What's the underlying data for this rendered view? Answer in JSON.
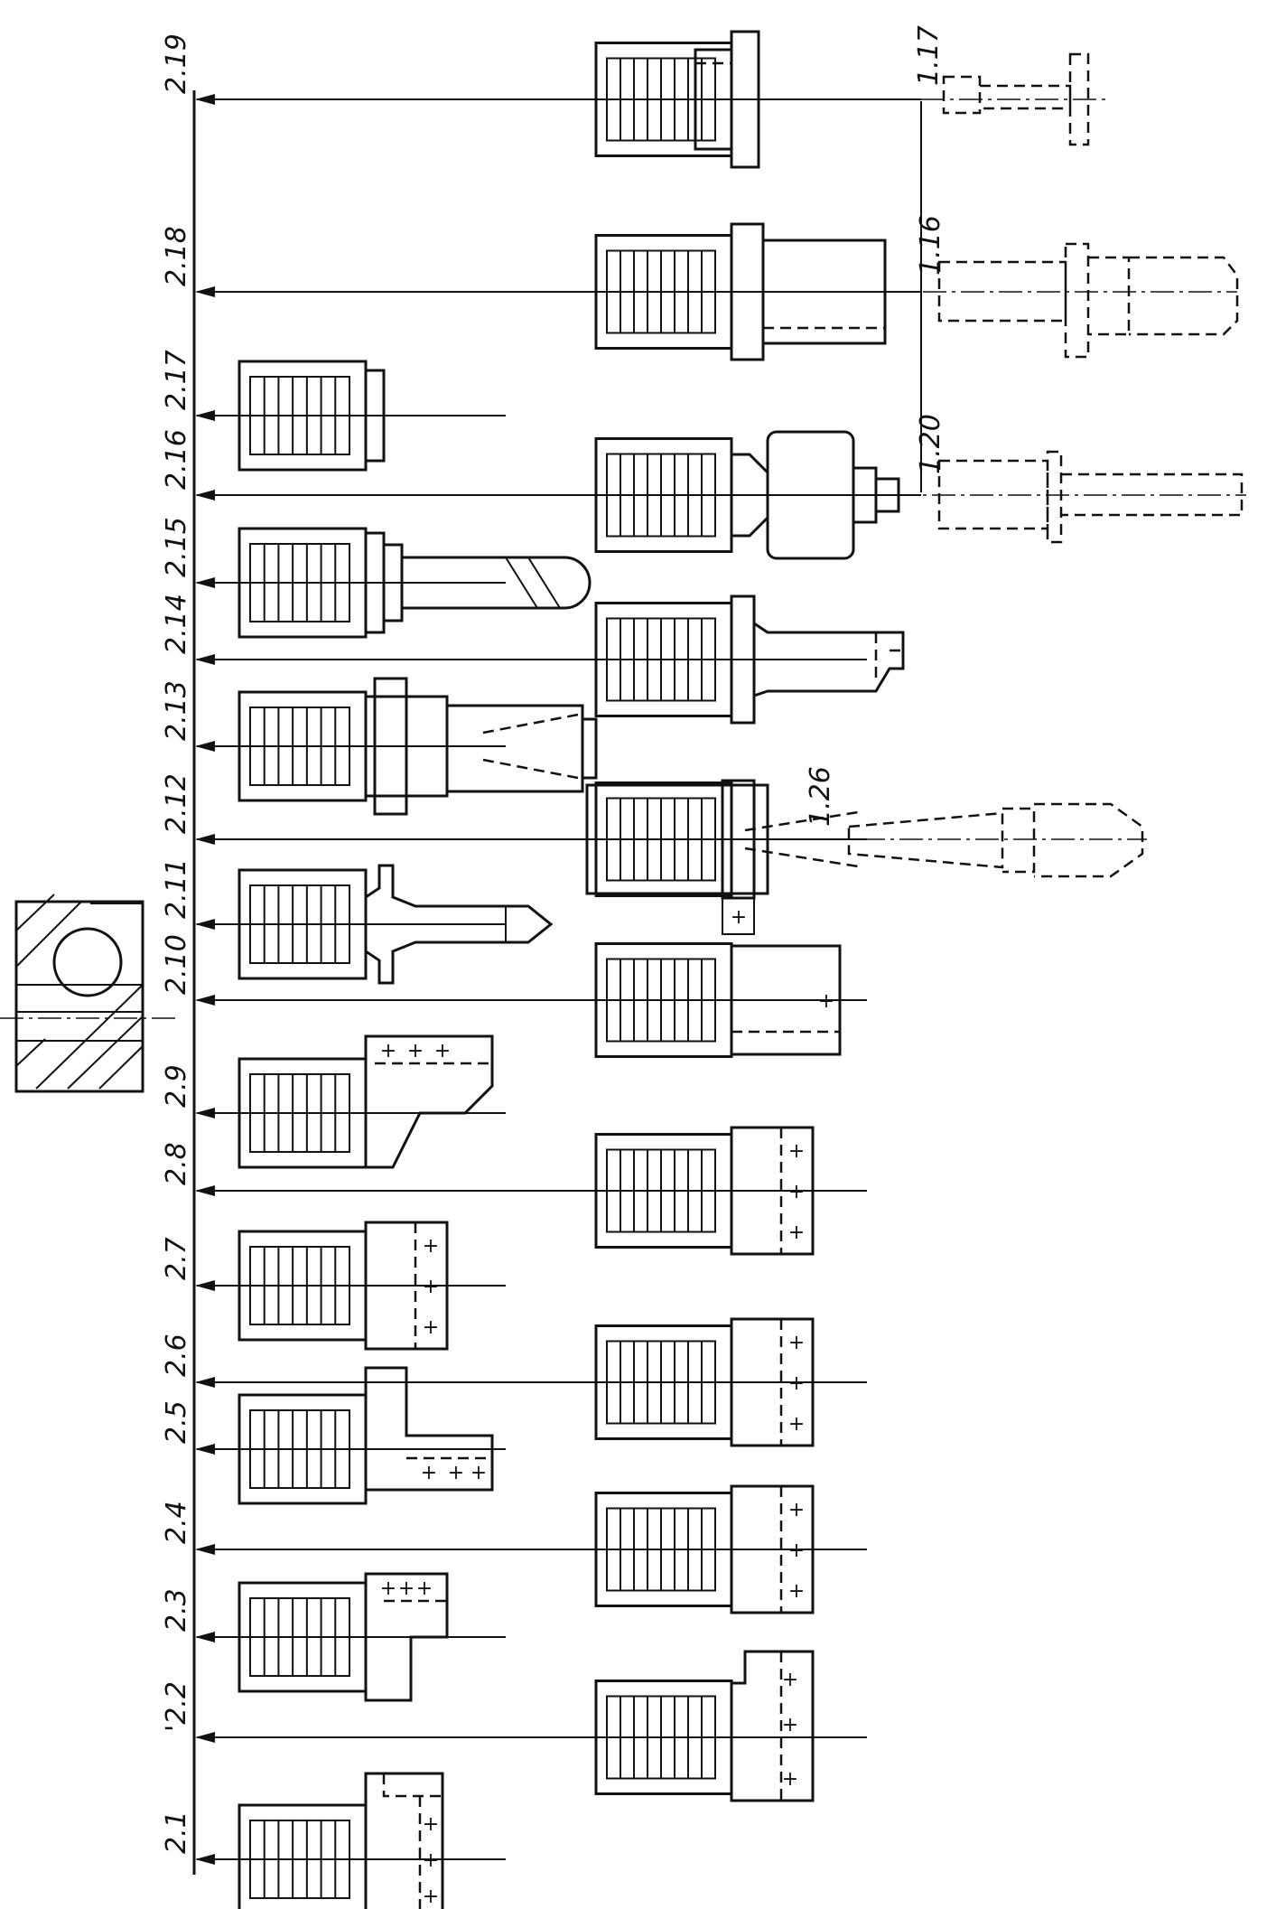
{
  "main_labels": [
    "2.1",
    "'2.2",
    "2.3",
    "2.4",
    "2.5",
    "2.6",
    "2.7",
    "2.8",
    "2.9",
    "2.10",
    "2.11",
    "2.12",
    "2.13",
    "2.14",
    "2.15",
    "2.16",
    "2.17",
    "2.18",
    "2.19"
  ],
  "side_labels": [
    "1.17",
    "1.16",
    "1.20",
    "1.26"
  ],
  "colors": {
    "ink": "#111111",
    "paper": "#ffffff"
  }
}
